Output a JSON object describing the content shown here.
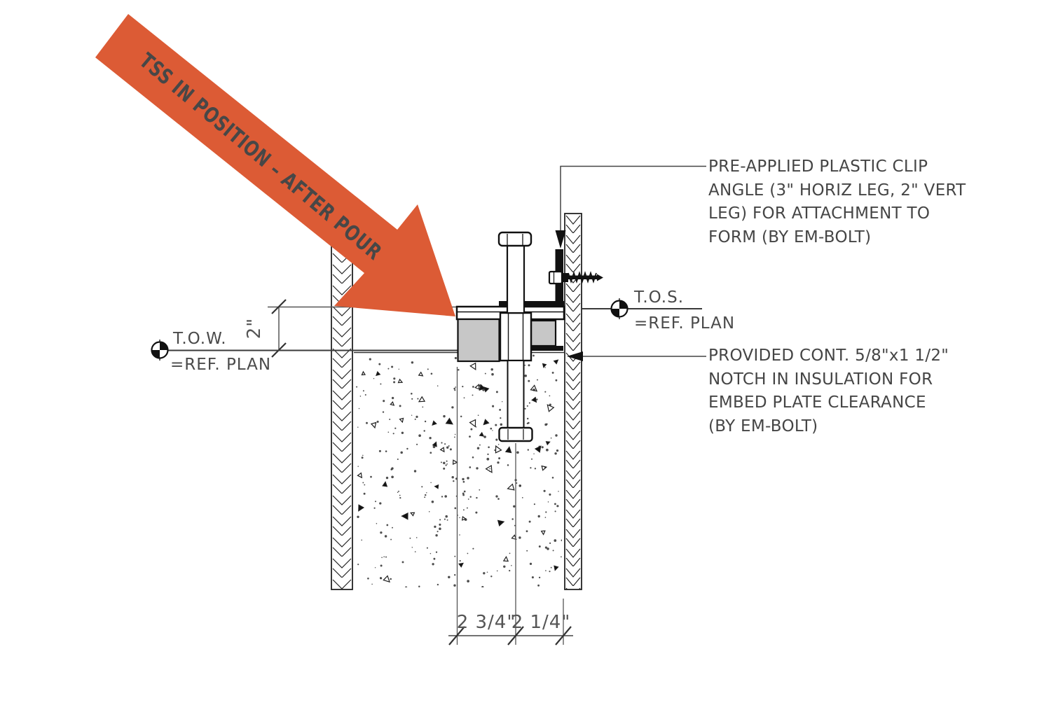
{
  "banner": {
    "label": "TSS IN POSITION – AFTER POUR",
    "color": "#DC5B35",
    "text_color": "#FFFFFF"
  },
  "annotations": {
    "clip_angle": {
      "lines": [
        "PRE-APPLIED PLASTIC CLIP",
        "ANGLE (3\" HORIZ LEG, 2\" VERT",
        "LEG) FOR ATTACHMENT TO",
        "FORM (BY EM-BOLT)"
      ]
    },
    "notch": {
      "lines": [
        "PROVIDED CONT. 5/8\"x1 1/2\"",
        "NOTCH IN INSULATION FOR",
        "EMBED PLATE CLEARANCE",
        "(BY EM-BOLT)"
      ]
    }
  },
  "levels": {
    "tos": {
      "label": "T.O.S.",
      "ref": "=REF. PLAN"
    },
    "tow": {
      "label": "T.O.W.",
      "ref": "=REF. PLAN"
    }
  },
  "dimensions": {
    "offset": "2\"",
    "left_width": "2 3/4\"",
    "right_width": "2 1/4\""
  },
  "colors": {
    "accent_orange": "#DC5B35",
    "banner_text": "#FFFFFF",
    "block_gray": "#C7C7C7",
    "line_dark": "#1A1A1A",
    "text_gray": "#454545"
  }
}
